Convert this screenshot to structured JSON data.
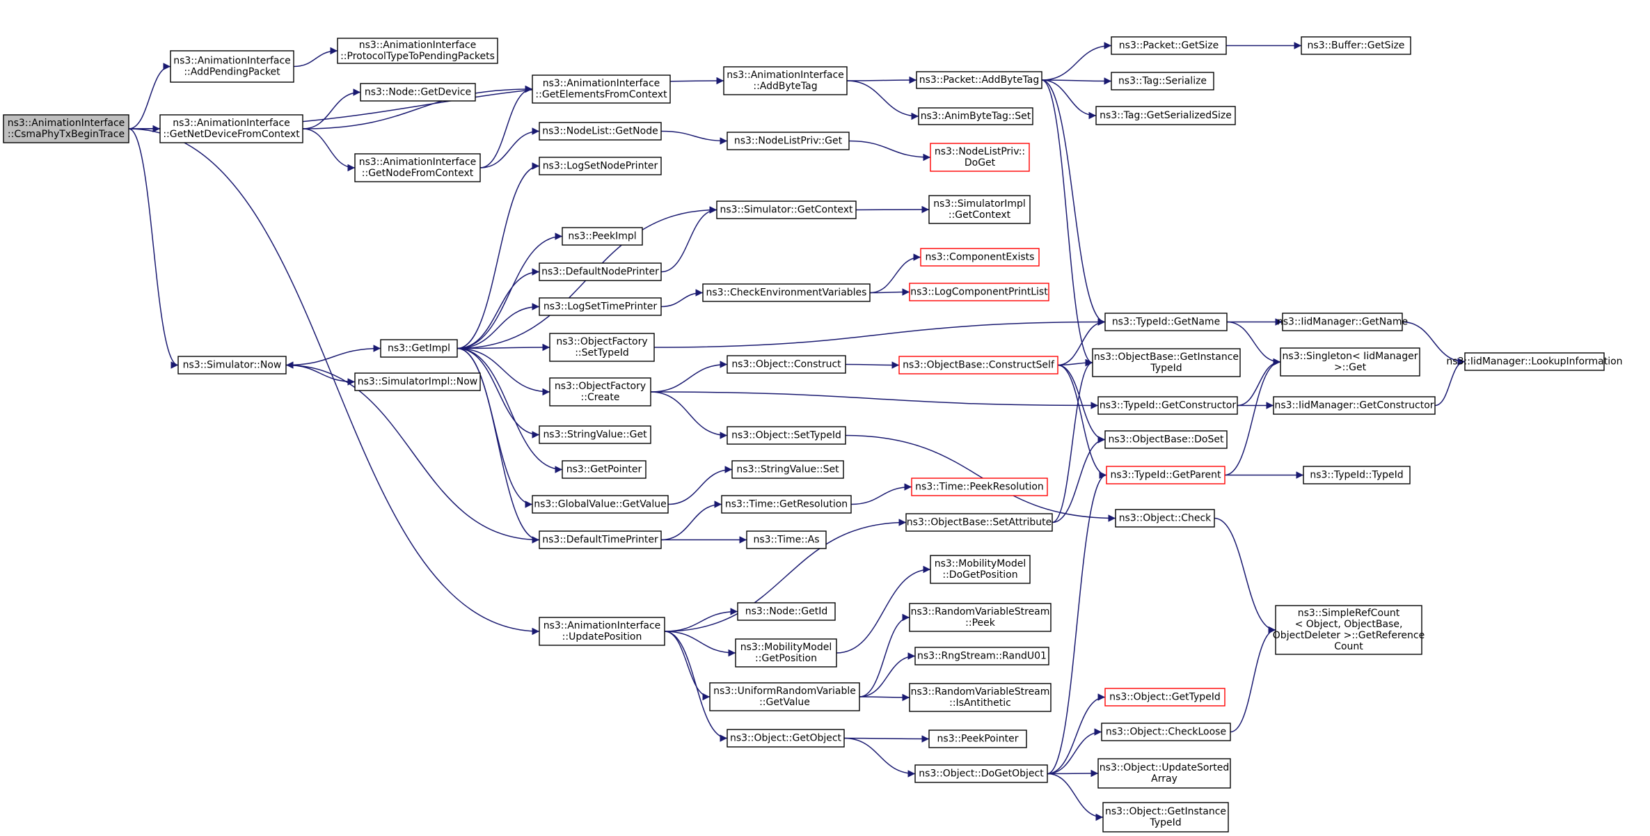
{
  "colors": {
    "edge": "#191970",
    "node_border": "#000000",
    "node_border_truncated": "#ff0000",
    "root_fill": "#bfbfbf",
    "node_fill": "#ffffff"
  },
  "nodes": [
    {
      "id": "root",
      "lines": [
        "ns3::AnimationInterface",
        "::CsmaPhyTxBeginTrace"
      ],
      "variant": "root"
    },
    {
      "id": "addPending",
      "lines": [
        "ns3::AnimationInterface",
        "::AddPendingPacket"
      ]
    },
    {
      "id": "protoType",
      "lines": [
        "ns3::AnimationInterface",
        "::ProtocolTypeToPendingPackets"
      ]
    },
    {
      "id": "getNetDev",
      "lines": [
        "ns3::AnimationInterface",
        "::GetNetDeviceFromContext"
      ]
    },
    {
      "id": "nodeGetDevice",
      "lines": [
        "ns3::Node::GetDevice"
      ]
    },
    {
      "id": "getElements",
      "lines": [
        "ns3::AnimationInterface",
        "::GetElementsFromContext"
      ]
    },
    {
      "id": "getNodeCtx",
      "lines": [
        "ns3::AnimationInterface",
        "::GetNodeFromContext"
      ]
    },
    {
      "id": "nodeListGetNode",
      "lines": [
        "ns3::NodeList::GetNode"
      ]
    },
    {
      "id": "nodeListPrivGet",
      "lines": [
        "ns3::NodeListPriv::Get"
      ]
    },
    {
      "id": "nodeListPrivDoGet",
      "lines": [
        "ns3::NodeListPriv::",
        "DoGet"
      ],
      "variant": "red"
    },
    {
      "id": "addByteTagAI",
      "lines": [
        "ns3::AnimationInterface",
        "::AddByteTag"
      ]
    },
    {
      "id": "packetAddByteTag",
      "lines": [
        "ns3::Packet::AddByteTag"
      ]
    },
    {
      "id": "packetGetSize",
      "lines": [
        "ns3::Packet::GetSize"
      ]
    },
    {
      "id": "bufferGetSize",
      "lines": [
        "ns3::Buffer::GetSize"
      ]
    },
    {
      "id": "tagSerialize",
      "lines": [
        "ns3::Tag::Serialize"
      ]
    },
    {
      "id": "animByteTagSet",
      "lines": [
        "ns3::AnimByteTag::Set"
      ]
    },
    {
      "id": "tagGetSerSize",
      "lines": [
        "ns3::Tag::GetSerializedSize"
      ]
    },
    {
      "id": "logSetNodePrinter",
      "lines": [
        "ns3::LogSetNodePrinter"
      ]
    },
    {
      "id": "simGetContext",
      "lines": [
        "ns3::Simulator::GetContext"
      ]
    },
    {
      "id": "simImplGetContext",
      "lines": [
        "ns3::SimulatorImpl",
        "::GetContext"
      ]
    },
    {
      "id": "peekImpl",
      "lines": [
        "ns3::PeekImpl"
      ]
    },
    {
      "id": "defaultNodePrinter",
      "lines": [
        "ns3::DefaultNodePrinter"
      ]
    },
    {
      "id": "componentExists",
      "lines": [
        "ns3::ComponentExists"
      ],
      "variant": "red"
    },
    {
      "id": "checkEnvVars",
      "lines": [
        "ns3::CheckEnvironmentVariables"
      ]
    },
    {
      "id": "logComponentPrintList",
      "lines": [
        "ns3::LogComponentPrintList"
      ],
      "variant": "red"
    },
    {
      "id": "logSetTimePrinter",
      "lines": [
        "ns3::LogSetTimePrinter"
      ]
    },
    {
      "id": "typeIdGetName",
      "lines": [
        "ns3::TypeId::GetName"
      ]
    },
    {
      "id": "iidGetName",
      "lines": [
        "ns3::IidManager::GetName"
      ]
    },
    {
      "id": "iidLookup",
      "lines": [
        "ns3::IidManager::LookupInformation"
      ]
    },
    {
      "id": "simNow",
      "lines": [
        "ns3::Simulator::Now"
      ]
    },
    {
      "id": "getImpl",
      "lines": [
        "ns3::GetImpl"
      ]
    },
    {
      "id": "ofSetTypeId",
      "lines": [
        "ns3::ObjectFactory",
        "::SetTypeId"
      ]
    },
    {
      "id": "singletonGet",
      "lines": [
        "ns3::Singleton< IidManager",
        " >::Get"
      ]
    },
    {
      "id": "objBaseGetInstTypeId",
      "lines": [
        "ns3::ObjectBase::GetInstance",
        "TypeId"
      ]
    },
    {
      "id": "simImplNow",
      "lines": [
        "ns3::SimulatorImpl::Now"
      ]
    },
    {
      "id": "objConstruct",
      "lines": [
        "ns3::Object::Construct"
      ]
    },
    {
      "id": "objBaseConstructSelf",
      "lines": [
        "ns3::ObjectBase::ConstructSelf"
      ],
      "variant": "red"
    },
    {
      "id": "ofCreate",
      "lines": [
        "ns3::ObjectFactory",
        "::Create"
      ]
    },
    {
      "id": "typeIdGetConstructor",
      "lines": [
        "ns3::TypeId::GetConstructor"
      ]
    },
    {
      "id": "iidGetConstructor",
      "lines": [
        "ns3::IidManager::GetConstructor"
      ]
    },
    {
      "id": "stringValueGet",
      "lines": [
        "ns3::StringValue::Get"
      ]
    },
    {
      "id": "objSetTypeId",
      "lines": [
        "ns3::Object::SetTypeId"
      ]
    },
    {
      "id": "objBaseDoSet",
      "lines": [
        "ns3::ObjectBase::DoSet"
      ]
    },
    {
      "id": "getPointer",
      "lines": [
        "ns3::GetPointer"
      ]
    },
    {
      "id": "stringValueSet",
      "lines": [
        "ns3::StringValue::Set"
      ]
    },
    {
      "id": "typeIdGetParent",
      "lines": [
        "ns3::TypeId::GetParent"
      ],
      "variant": "red"
    },
    {
      "id": "typeIdTypeId",
      "lines": [
        "ns3::TypeId::TypeId"
      ]
    },
    {
      "id": "globalValueGetValue",
      "lines": [
        "ns3::GlobalValue::GetValue"
      ]
    },
    {
      "id": "timePeekResolution",
      "lines": [
        "ns3::Time::PeekResolution"
      ],
      "variant": "red"
    },
    {
      "id": "timeGetResolution",
      "lines": [
        "ns3::Time::GetResolution"
      ]
    },
    {
      "id": "objCheck",
      "lines": [
        "ns3::Object::Check"
      ]
    },
    {
      "id": "objBaseSetAttribute",
      "lines": [
        "ns3::ObjectBase::SetAttribute"
      ]
    },
    {
      "id": "defaultTimePrinter",
      "lines": [
        "ns3::DefaultTimePrinter"
      ]
    },
    {
      "id": "timeAs",
      "lines": [
        "ns3::Time::As"
      ]
    },
    {
      "id": "mobDoGetPosition",
      "lines": [
        "ns3::MobilityModel",
        "::DoGetPosition"
      ]
    },
    {
      "id": "simpleRefCount",
      "lines": [
        "ns3::SimpleRefCount",
        "< Object, ObjectBase,",
        "ObjectDeleter >::GetReference",
        "Count"
      ]
    },
    {
      "id": "rvsPeek",
      "lines": [
        "ns3::RandomVariableStream",
        "::Peek"
      ]
    },
    {
      "id": "nodeGetId",
      "lines": [
        "ns3::Node::GetId"
      ]
    },
    {
      "id": "updatePosition",
      "lines": [
        "ns3::AnimationInterface",
        "::UpdatePosition"
      ]
    },
    {
      "id": "mobGetPosition",
      "lines": [
        "ns3::MobilityModel",
        "::GetPosition"
      ]
    },
    {
      "id": "rngRandU01",
      "lines": [
        "ns3::RngStream::RandU01"
      ]
    },
    {
      "id": "rvsIsAntithetic",
      "lines": [
        "ns3::RandomVariableStream",
        "::IsAntithetic"
      ]
    },
    {
      "id": "urvGetValue",
      "lines": [
        "ns3::UniformRandomVariable",
        "::GetValue"
      ]
    },
    {
      "id": "objGetTypeId",
      "lines": [
        "ns3::Object::GetTypeId"
      ],
      "variant": "red"
    },
    {
      "id": "objCheckLoose",
      "lines": [
        "ns3::Object::CheckLoose"
      ]
    },
    {
      "id": "objGetObject",
      "lines": [
        "ns3::Object::GetObject"
      ]
    },
    {
      "id": "peekPointer",
      "lines": [
        "ns3::PeekPointer"
      ]
    },
    {
      "id": "objDoGetObject",
      "lines": [
        "ns3::Object::DoGetObject"
      ]
    },
    {
      "id": "objUpdateSortedArray",
      "lines": [
        "ns3::Object::UpdateSorted",
        "Array"
      ]
    },
    {
      "id": "objGetInstTypeId",
      "lines": [
        "ns3::Object::GetInstance",
        "TypeId"
      ]
    }
  ],
  "edges": [
    [
      "root",
      "addPending"
    ],
    [
      "root",
      "getNetDev"
    ],
    [
      "root",
      "addByteTagAI"
    ],
    [
      "root",
      "simNow"
    ],
    [
      "root",
      "updatePosition"
    ],
    [
      "addPending",
      "protoType"
    ],
    [
      "getNetDev",
      "nodeGetDevice"
    ],
    [
      "getNetDev",
      "getElements"
    ],
    [
      "getNetDev",
      "getNodeCtx"
    ],
    [
      "getNodeCtx",
      "getElements"
    ],
    [
      "getNodeCtx",
      "nodeListGetNode"
    ],
    [
      "nodeListGetNode",
      "nodeListPrivGet"
    ],
    [
      "nodeListPrivGet",
      "nodeListPrivDoGet"
    ],
    [
      "addByteTagAI",
      "packetAddByteTag"
    ],
    [
      "addByteTagAI",
      "animByteTagSet"
    ],
    [
      "packetAddByteTag",
      "packetGetSize"
    ],
    [
      "packetAddByteTag",
      "tagSerialize"
    ],
    [
      "packetAddByteTag",
      "tagGetSerSize"
    ],
    [
      "packetAddByteTag",
      "typeIdGetName"
    ],
    [
      "packetAddByteTag",
      "objBaseGetInstTypeId"
    ],
    [
      "packetGetSize",
      "bufferGetSize"
    ],
    [
      "simNow",
      "getImpl"
    ],
    [
      "simNow",
      "simImplNow"
    ],
    [
      "getImpl",
      "logSetNodePrinter"
    ],
    [
      "getImpl",
      "simGetContext"
    ],
    [
      "getImpl",
      "peekImpl"
    ],
    [
      "getImpl",
      "defaultNodePrinter"
    ],
    [
      "getImpl",
      "logSetTimePrinter"
    ],
    [
      "getImpl",
      "ofSetTypeId"
    ],
    [
      "getImpl",
      "ofCreate"
    ],
    [
      "getImpl",
      "stringValueGet"
    ],
    [
      "getImpl",
      "getPointer"
    ],
    [
      "getImpl",
      "globalValueGetValue"
    ],
    [
      "getImpl",
      "defaultTimePrinter"
    ],
    [
      "simGetContext",
      "simImplGetContext"
    ],
    [
      "defaultNodePrinter",
      "simGetContext"
    ],
    [
      "logSetTimePrinter",
      "checkEnvVars"
    ],
    [
      "checkEnvVars",
      "componentExists"
    ],
    [
      "checkEnvVars",
      "logComponentPrintList"
    ],
    [
      "ofSetTypeId",
      "typeIdGetName"
    ],
    [
      "typeIdGetName",
      "iidGetName"
    ],
    [
      "typeIdGetName",
      "singletonGet"
    ],
    [
      "iidGetName",
      "iidLookup"
    ],
    [
      "ofCreate",
      "objConstruct"
    ],
    [
      "ofCreate",
      "typeIdGetConstructor"
    ],
    [
      "ofCreate",
      "objSetTypeId"
    ],
    [
      "objConstruct",
      "objBaseConstructSelf"
    ],
    [
      "objBaseConstructSelf",
      "typeIdGetName"
    ],
    [
      "objBaseConstructSelf",
      "objBaseGetInstTypeId"
    ],
    [
      "objBaseConstructSelf",
      "objBaseDoSet"
    ],
    [
      "objBaseConstructSelf",
      "typeIdGetParent"
    ],
    [
      "typeIdGetConstructor",
      "singletonGet"
    ],
    [
      "typeIdGetConstructor",
      "iidGetConstructor"
    ],
    [
      "iidGetConstructor",
      "iidLookup"
    ],
    [
      "objSetTypeId",
      "objCheck"
    ],
    [
      "typeIdGetParent",
      "singletonGet"
    ],
    [
      "typeIdGetParent",
      "typeIdTypeId"
    ],
    [
      "globalValueGetValue",
      "stringValueSet"
    ],
    [
      "timeGetResolution",
      "timePeekResolution"
    ],
    [
      "defaultTimePrinter",
      "simNow"
    ],
    [
      "defaultTimePrinter",
      "timeGetResolution"
    ],
    [
      "defaultTimePrinter",
      "timeAs"
    ],
    [
      "objCheck",
      "simpleRefCount"
    ],
    [
      "objBaseSetAttribute",
      "objBaseGetInstTypeId"
    ],
    [
      "objBaseSetAttribute",
      "objBaseDoSet"
    ],
    [
      "updatePosition",
      "objBaseSetAttribute"
    ],
    [
      "updatePosition",
      "nodeGetId"
    ],
    [
      "updatePosition",
      "mobGetPosition"
    ],
    [
      "updatePosition",
      "urvGetValue"
    ],
    [
      "updatePosition",
      "objGetObject"
    ],
    [
      "mobGetPosition",
      "mobDoGetPosition"
    ],
    [
      "urvGetValue",
      "rvsPeek"
    ],
    [
      "urvGetValue",
      "rngRandU01"
    ],
    [
      "urvGetValue",
      "rvsIsAntithetic"
    ],
    [
      "objGetObject",
      "peekPointer"
    ],
    [
      "objGetObject",
      "objDoGetObject"
    ],
    [
      "objDoGetObject",
      "objGetTypeId"
    ],
    [
      "objDoGetObject",
      "objCheckLoose"
    ],
    [
      "objDoGetObject",
      "objUpdateSortedArray"
    ],
    [
      "objDoGetObject",
      "objGetInstTypeId"
    ],
    [
      "objDoGetObject",
      "typeIdGetParent"
    ],
    [
      "objCheckLoose",
      "simpleRefCount"
    ]
  ]
}
